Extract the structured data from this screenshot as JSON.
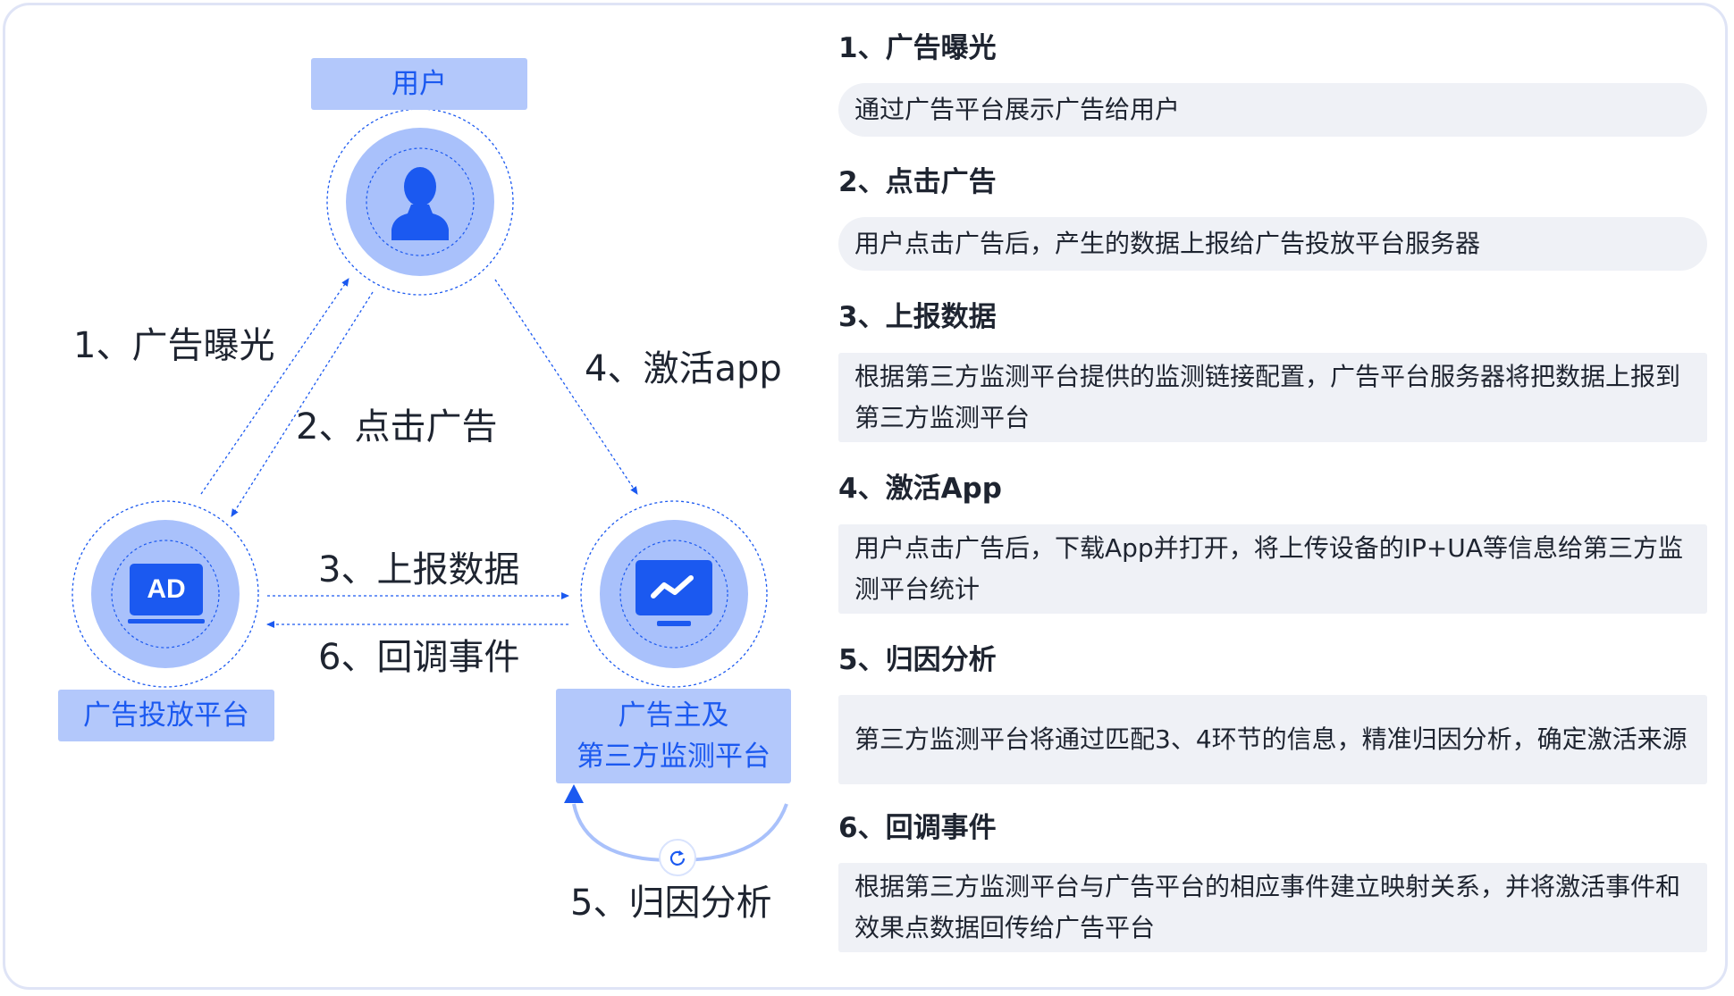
{
  "diagram": {
    "nodes": {
      "user": {
        "label": "用户",
        "icon": "user-icon"
      },
      "ad_platform": {
        "label": "广告投放平台",
        "icon": "ad-icon",
        "icon_text": "AD"
      },
      "monitor": {
        "label_line1": "广告主及",
        "label_line2": "第三方监测平台",
        "icon": "monitor-chart-icon"
      }
    },
    "edges": {
      "exposure": "1、广告曝光",
      "click": "2、点击广告",
      "report": "3、上报数据",
      "activate": "4、激活app",
      "attribution": "5、归因分析",
      "callback": "6、回调事件"
    },
    "colors": {
      "accent": "#1b59f0",
      "label_bg": "#b3c8fb",
      "circle": "#a9c1fb",
      "inner": "#c1d3fd"
    }
  },
  "steps": [
    {
      "title": "1、广告曝光",
      "highlight": "#d9e6ff",
      "desc": "通过广告平台展示广告给用户"
    },
    {
      "title": "2、点击广告",
      "highlight": "#fde3c7",
      "desc": "用户点击广告后，产生的数据上报给广告投放平台服务器"
    },
    {
      "title": "3、上报数据",
      "highlight": "#f8d0f0",
      "desc": "根据第三方监测平台提供的监测链接配置，广告平台服务器将把数据上报到第三方监测平台"
    },
    {
      "title": "4、激活App",
      "highlight": "#d5f5d6",
      "desc": "用户点击广告后，下载App并打开，将上传设备的IP+UA等信息给第三方监测平台统计"
    },
    {
      "title": "5、归因分析",
      "highlight": "#fdd5d5",
      "desc": "第三方监测平台将通过匹配3、4环节的信息，精准归因分析，确定激活来源"
    },
    {
      "title": "6、回调事件",
      "highlight": "#d6d6f6",
      "desc": "根据第三方监测平台与广告平台的相应事件建立映射关系，并将激活事件和效果点数据回传给广告平台"
    }
  ]
}
